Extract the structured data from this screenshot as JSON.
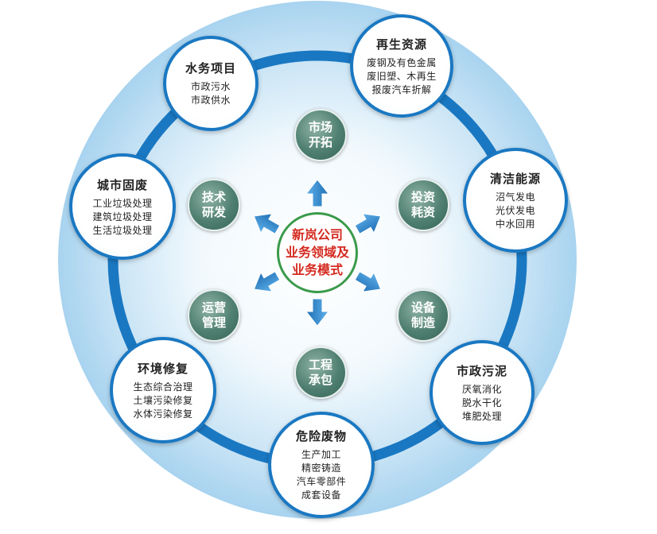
{
  "center": {
    "lines": [
      "新岚公司",
      "业务领域及",
      "业务模式"
    ]
  },
  "business_modes": [
    {
      "id": "market",
      "lines": [
        "市场",
        "开拓"
      ]
    },
    {
      "id": "investment",
      "lines": [
        "投资",
        "耗资"
      ]
    },
    {
      "id": "equipment",
      "lines": [
        "设备",
        "制造"
      ]
    },
    {
      "id": "engineering",
      "lines": [
        "工程",
        "承包"
      ]
    },
    {
      "id": "operation",
      "lines": [
        "运营",
        "管理"
      ]
    },
    {
      "id": "rnd",
      "lines": [
        "技术",
        "研发"
      ]
    }
  ],
  "business_areas": [
    {
      "id": "renewable",
      "title": "再生资源",
      "items": [
        "废钢及有色金属",
        "废旧塑、木再生",
        "报废汽车折解"
      ]
    },
    {
      "id": "clean-energy",
      "title": "清洁能源",
      "items": [
        "沼气发电",
        "光伏发电",
        "中水回用"
      ]
    },
    {
      "id": "sludge",
      "title": "市政污泥",
      "items": [
        "厌氧消化",
        "脱水干化",
        "堆肥处理"
      ]
    },
    {
      "id": "hazardous",
      "title": "危险废物",
      "items": [
        "生产加工",
        "精密铸造",
        "汽车零部件",
        "成套设备"
      ]
    },
    {
      "id": "remediation",
      "title": "环境修复",
      "items": [
        "生态综合治理",
        "土壤污染修复",
        "水体污染修复"
      ]
    },
    {
      "id": "solid-waste",
      "title": "城市固废",
      "items": [
        "工业垃圾处理",
        "建筑垃圾处理",
        "生活垃圾处理"
      ]
    },
    {
      "id": "water",
      "title": "水务项目",
      "items": [
        "市政污水",
        "市政供水"
      ]
    }
  ],
  "colors": {
    "ring": "#1a78c2",
    "mode_fill": "#4f7f70",
    "center_text": "#d42a20",
    "center_border": "#3a9a4a",
    "arrow": "#2f8fd6"
  }
}
